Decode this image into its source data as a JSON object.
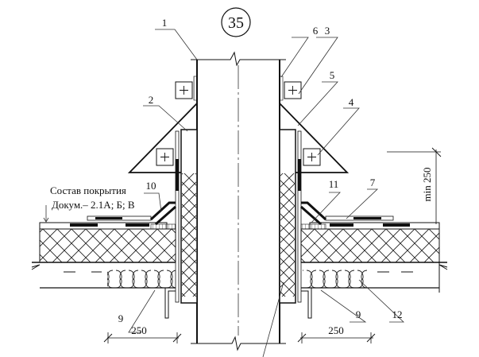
{
  "drawing": {
    "detail_number": "35",
    "callouts": [
      {
        "id": "c1",
        "label": "1"
      },
      {
        "id": "c2",
        "label": "2"
      },
      {
        "id": "c3",
        "label": "3"
      },
      {
        "id": "c4",
        "label": "4"
      },
      {
        "id": "c5",
        "label": "5"
      },
      {
        "id": "c6",
        "label": "6"
      },
      {
        "id": "c7",
        "label": "7"
      },
      {
        "id": "c9a",
        "label": "9"
      },
      {
        "id": "c9b",
        "label": "9"
      },
      {
        "id": "c10",
        "label": "10"
      },
      {
        "id": "c11",
        "label": "11"
      },
      {
        "id": "c12",
        "label": "12"
      }
    ],
    "note": {
      "line1": "Состав покрытия",
      "line2": "Докум.– 2.1А; Б; В"
    },
    "dimensions": {
      "left_width": "250",
      "right_width": "250",
      "height": "min 250"
    }
  }
}
